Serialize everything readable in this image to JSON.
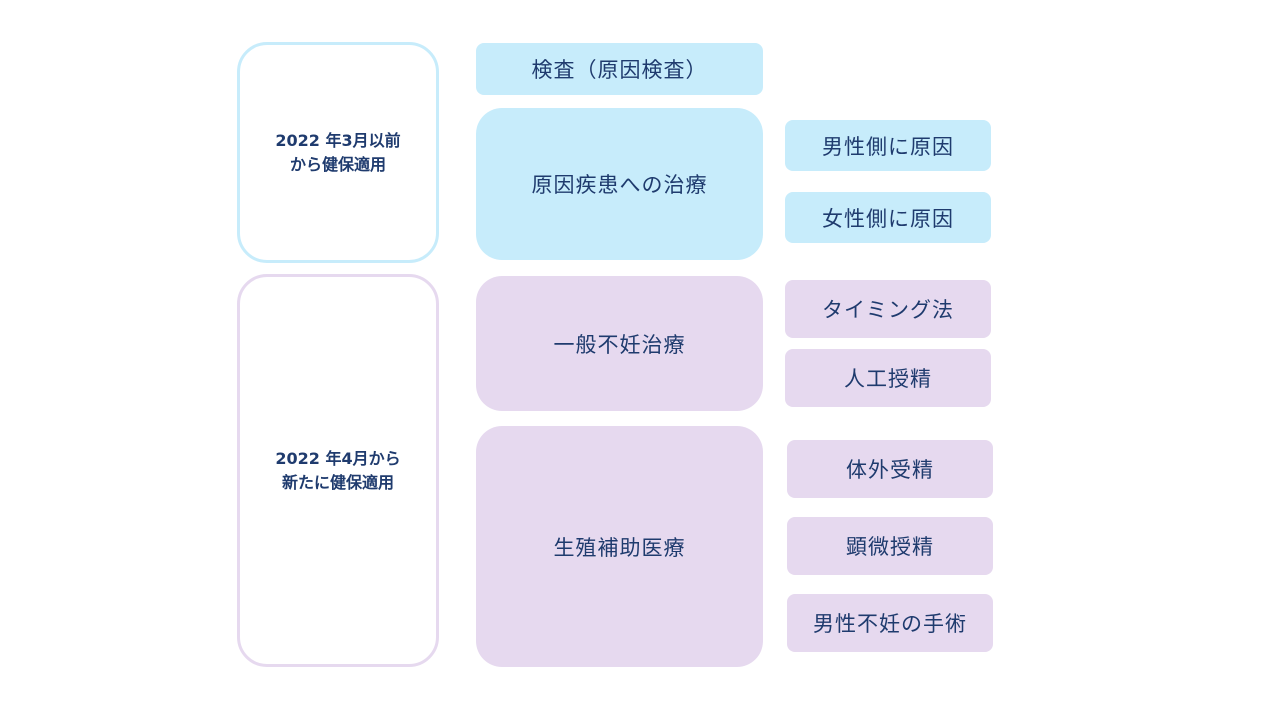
{
  "eras": {
    "before": "2022 年3月以前\nから健保適用",
    "after": "2022 年4月から\n新たに健保適用"
  },
  "categories": {
    "exam": "検査（原因検査）",
    "cause_treatment": "原因疾患への治療",
    "general": "一般不妊治療",
    "art": "生殖補助医療"
  },
  "cause_items": [
    "男性側に原因",
    "女性側に原因"
  ],
  "general_items": [
    "タイミング法",
    "人工授精"
  ],
  "art_items": [
    "体外受精",
    "顕微授精",
    "男性不妊の手術"
  ],
  "colors": {
    "blue": "#c7ecfb",
    "purple": "#e6d9ef",
    "text": "#1f3b6e"
  }
}
